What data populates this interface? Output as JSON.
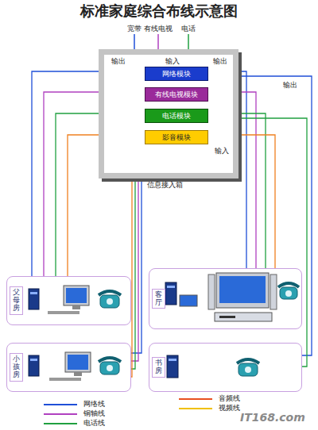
{
  "diagram": {
    "title": "标准家庭综合布线示意图",
    "nodes": [
      {
        "text": [
          "信息接入箱"
        ]
      },
      {
        "text": [
          "网络模块"
        ],
        "in": 0
      },
      {
        "text": [
          "有线电视模块"
        ],
        "in": 0
      },
      {
        "text": [
          "电话模块"
        ],
        "in": 0
      },
      {
        "text": [
          "影音模块"
        ],
        "in": 0
      },
      {
        "text": [
          "父母房"
        ]
      },
      {
        "text": [
          "小孩房"
        ]
      },
      {
        "text": [
          "客厅"
        ]
      },
      {
        "text": [
          "书房"
        ]
      }
    ],
    "edges": [
      {
        "from": 1,
        "to": 5,
        "arrow": "none"
      },
      {
        "from": 1,
        "to": 6,
        "arrow": "none"
      },
      {
        "from": 1,
        "to": 7,
        "arrow": "none"
      },
      {
        "from": 1,
        "to": 8,
        "arrow": "none"
      },
      {
        "from": 2,
        "to": 5,
        "arrow": "none"
      },
      {
        "from": 2,
        "to": 6,
        "arrow": "none"
      },
      {
        "from": 2,
        "to": 7,
        "arrow": "none"
      },
      {
        "from": 3,
        "to": 5,
        "arrow": "none"
      },
      {
        "from": 3,
        "to": 6,
        "arrow": "none"
      },
      {
        "from": 3,
        "to": 7,
        "arrow": "none"
      },
      {
        "from": 3,
        "to": 8,
        "arrow": "none"
      },
      {
        "from": 4,
        "to": 5,
        "arrow": "none"
      },
      {
        "from": 4,
        "to": 6,
        "arrow": "none"
      },
      {
        "from": 4,
        "to": 7,
        "arrow": "none"
      }
    ],
    "labels": [
      "宽带",
      "有线电视",
      "电话",
      "输入",
      "输出",
      "输出",
      "输出",
      "输入",
      "IT168.com"
    ],
    "legend": [
      {
        "text": "网络线",
        "color": "#1f4fd8"
      },
      {
        "text": "铜轴线",
        "color": "#b040c0"
      },
      {
        "text": "电话线",
        "color": "#20a040"
      },
      {
        "text": "音频线",
        "color": "#e85020"
      },
      {
        "text": "视频线",
        "color": "#f0c000"
      }
    ]
  }
}
